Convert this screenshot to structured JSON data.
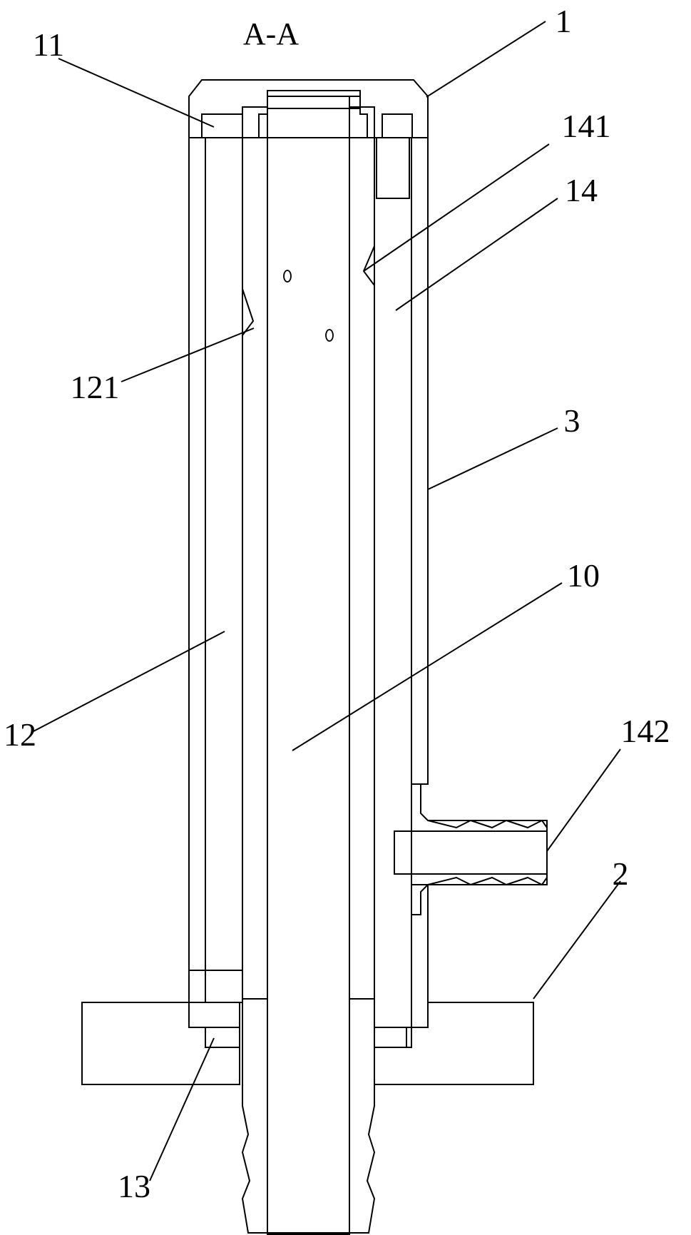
{
  "title": "A-A",
  "labels": {
    "l11": "11",
    "l1": "1",
    "l141": "141",
    "l14": "14",
    "l121": "121",
    "l3": "3",
    "l10": "10",
    "l12": "12",
    "l142": "142",
    "l2": "2",
    "l13": "13"
  }
}
